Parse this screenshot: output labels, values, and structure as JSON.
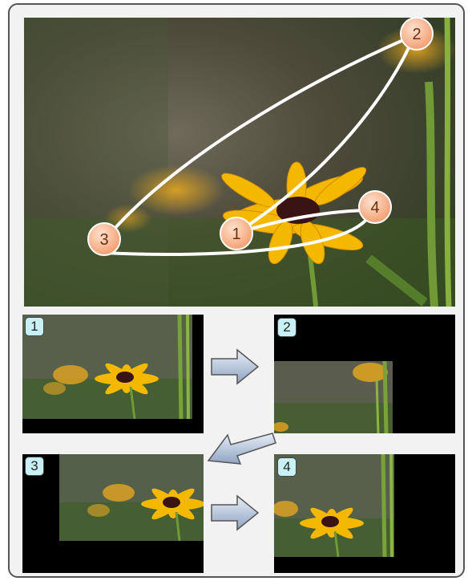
{
  "markers": [
    {
      "id": "marker-1",
      "label": "1"
    },
    {
      "id": "marker-2",
      "label": "2"
    },
    {
      "id": "marker-3",
      "label": "3"
    },
    {
      "id": "marker-4",
      "label": "4"
    }
  ],
  "frames": [
    {
      "label": "1"
    },
    {
      "label": "2"
    },
    {
      "label": "3"
    },
    {
      "label": "4"
    }
  ],
  "colors": {
    "marker_fill": "#f6b08a",
    "path_stroke": "#ffffff",
    "badge_fill": "#c9f0f4",
    "arrow_fill": "#9fb3cf",
    "petal": "#f5b800",
    "flower_center": "#3a1414"
  }
}
